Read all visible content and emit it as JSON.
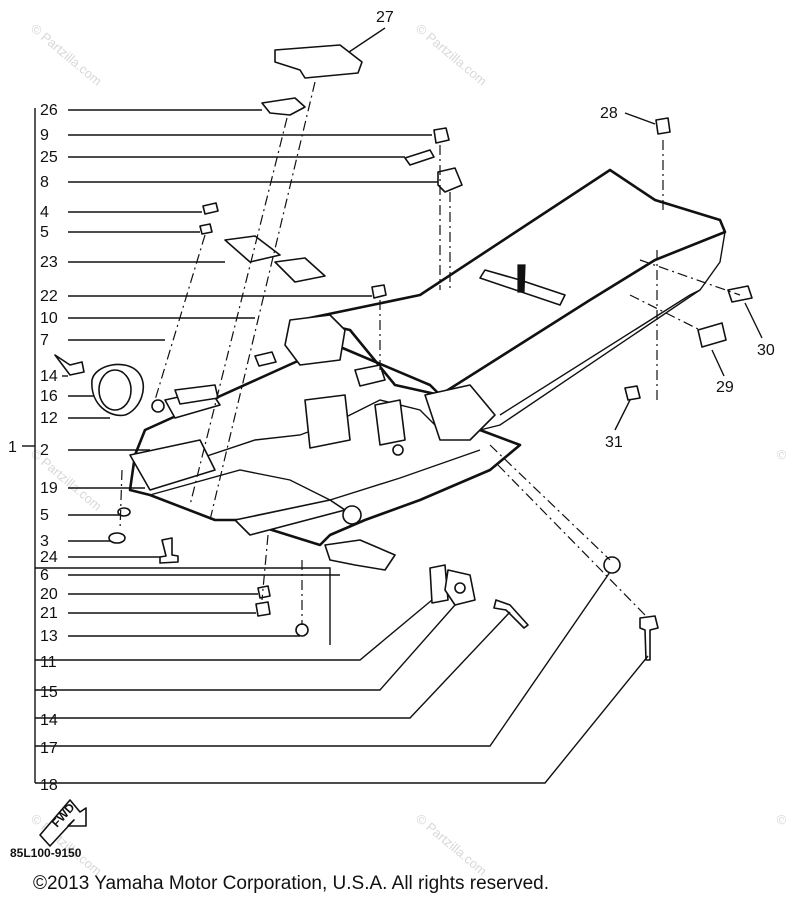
{
  "left_callouts": [
    {
      "num": "26"
    },
    {
      "num": "9"
    },
    {
      "num": "25"
    },
    {
      "num": "8"
    },
    {
      "num": "4"
    },
    {
      "num": "5"
    },
    {
      "num": "23"
    },
    {
      "num": "22"
    },
    {
      "num": "10"
    },
    {
      "num": "7"
    },
    {
      "num": "14"
    },
    {
      "num": "16"
    },
    {
      "num": "12"
    },
    {
      "num": "2"
    },
    {
      "num": "19"
    },
    {
      "num": "5"
    },
    {
      "num": "3"
    },
    {
      "num": "24"
    },
    {
      "num": "6"
    },
    {
      "num": "20"
    },
    {
      "num": "21"
    },
    {
      "num": "13"
    },
    {
      "num": "11"
    },
    {
      "num": "15"
    },
    {
      "num": "14"
    },
    {
      "num": "17"
    },
    {
      "num": "18"
    }
  ],
  "assembly_callout": "1",
  "right_callouts": [
    {
      "num": "27"
    },
    {
      "num": "28"
    },
    {
      "num": "30"
    },
    {
      "num": "29"
    },
    {
      "num": "31"
    }
  ],
  "front_arrow_label": "FWD",
  "diagram_code": "85L100-9150",
  "copyright": "©2013 Yamaha Motor Corporation, U.S.A. All rights reserved.",
  "watermark": "© Partzilla.com"
}
